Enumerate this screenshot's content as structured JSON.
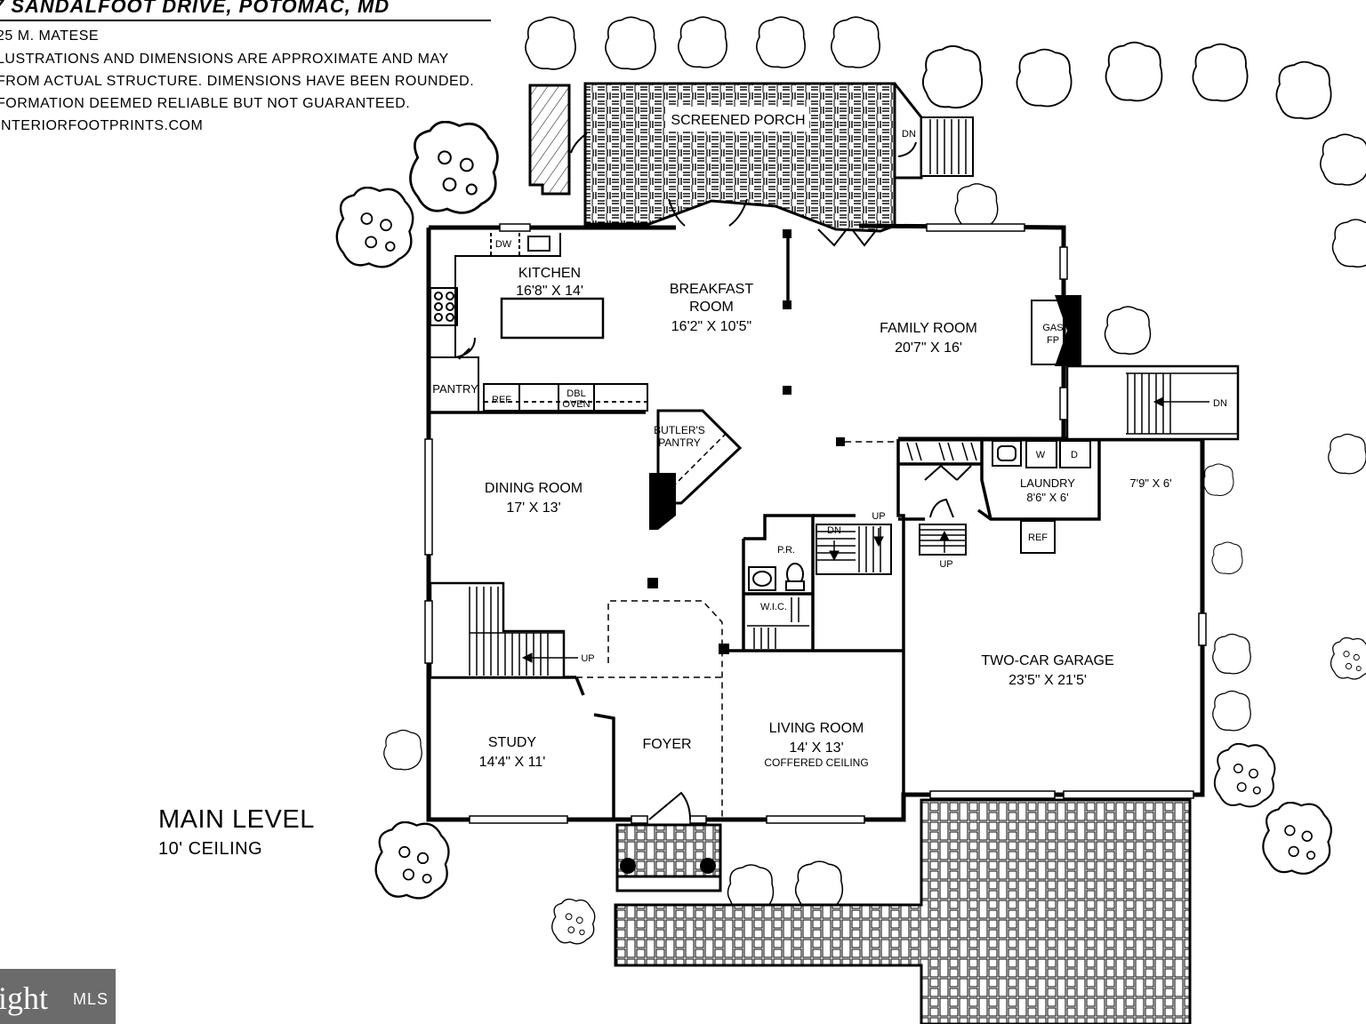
{
  "header": {
    "address": "7 SANDALFOOT DRIVE, POTOMAC, MD",
    "lines": [
      "25 M. MATESE",
      "LUSTRATIONS AND DIMENSIONS ARE APPROXIMATE AND MAY",
      "FROM ACTUAL STRUCTURE. DIMENSIONS HAVE BEEN ROUNDED.",
      "FORMATION DEEMED RELIABLE BUT NOT GUARANTEED.",
      "INTERIORFOOTPRINTS.COM"
    ]
  },
  "rooms": {
    "screened_porch": "SCREENED PORCH",
    "kitchen": {
      "name": "KITCHEN",
      "dim": "16'8\" X 14'"
    },
    "breakfast": {
      "name1": "BREAKFAST",
      "name2": "ROOM",
      "dim": "16'2\" X 10'5\""
    },
    "family": {
      "name": "FAMILY ROOM",
      "dim": "20'7\" X 16'"
    },
    "dining": {
      "name": "DINING ROOM",
      "dim": "17' X 13'"
    },
    "laundry": {
      "name": "LAUNDRY",
      "dim": "8'6\" X 6'"
    },
    "storage_dim": "7'9\" X 6'",
    "garage": {
      "name": "TWO-CAR GARAGE",
      "dim": "23'5\" X 21'5'"
    },
    "study": {
      "name": "STUDY",
      "dim": "14'4\" X 11'"
    },
    "foyer": "FOYER",
    "living": {
      "name": "LIVING ROOM",
      "dim": "14' X 13'",
      "note": "COFFERED CEILING"
    }
  },
  "labels": {
    "dw": "DW",
    "pantry": "PANTRY",
    "ref": "REF",
    "dbl": "DBL",
    "oven": "OVEN",
    "butlers1": "BUTLER'S",
    "butlers2": "PANTRY",
    "gas": "GAS",
    "fp": "FP",
    "dn": "DN",
    "up": "UP",
    "pr": "P.R.",
    "wic": "W.I.C.",
    "w": "W",
    "d": "D"
  },
  "level": {
    "name": "MAIN LEVEL",
    "ceiling": "10' CEILING"
  },
  "watermark": {
    "brand": "ight",
    "sub": "MLS"
  }
}
